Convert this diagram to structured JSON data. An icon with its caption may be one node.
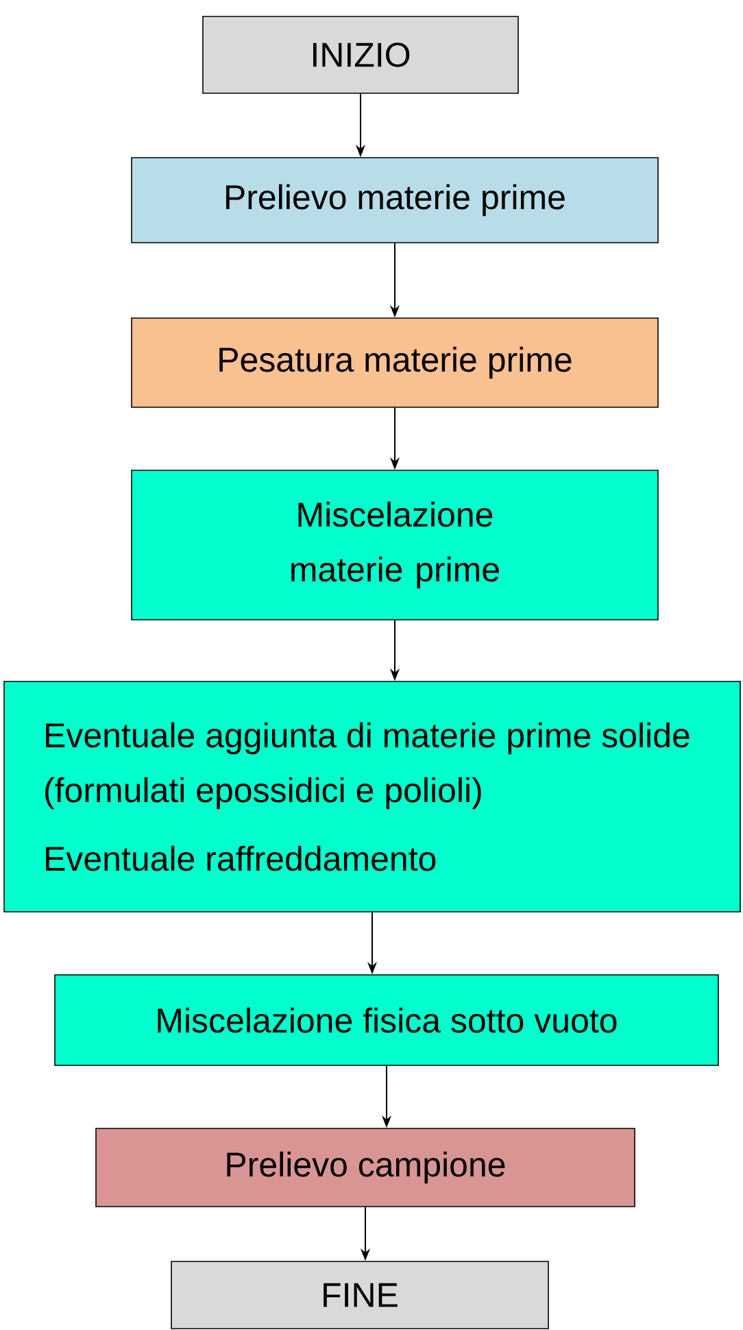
{
  "diagram": {
    "nodes": [
      {
        "text": [
          "INIZIO"
        ]
      },
      {
        "text": [
          "Prelievo materie prime"
        ]
      },
      {
        "text": [
          "Pesatura materie prime"
        ]
      },
      {
        "text": [
          "Miscelazione materie prime"
        ]
      },
      {
        "text": [
          "Eventuale aggiunta di materie prime solide (formulati epossidici e polioli)",
          "Eventuale raffreddamento"
        ]
      },
      {
        "text": [
          "Miscelazione fisica sotto vuoto"
        ]
      },
      {
        "text": [
          "Prelievo campione"
        ]
      },
      {
        "text": [
          "FINE"
        ]
      }
    ],
    "edges": [
      {
        "from": 0,
        "to": 1,
        "arrow": "to"
      },
      {
        "from": 1,
        "to": 2,
        "arrow": "to"
      },
      {
        "from": 2,
        "to": 3,
        "arrow": "to"
      },
      {
        "from": 3,
        "to": 4,
        "arrow": "to"
      },
      {
        "from": 4,
        "to": 5,
        "arrow": "to"
      },
      {
        "from": 5,
        "to": 6,
        "arrow": "to"
      },
      {
        "from": 6,
        "to": 7,
        "arrow": "to"
      }
    ]
  }
}
